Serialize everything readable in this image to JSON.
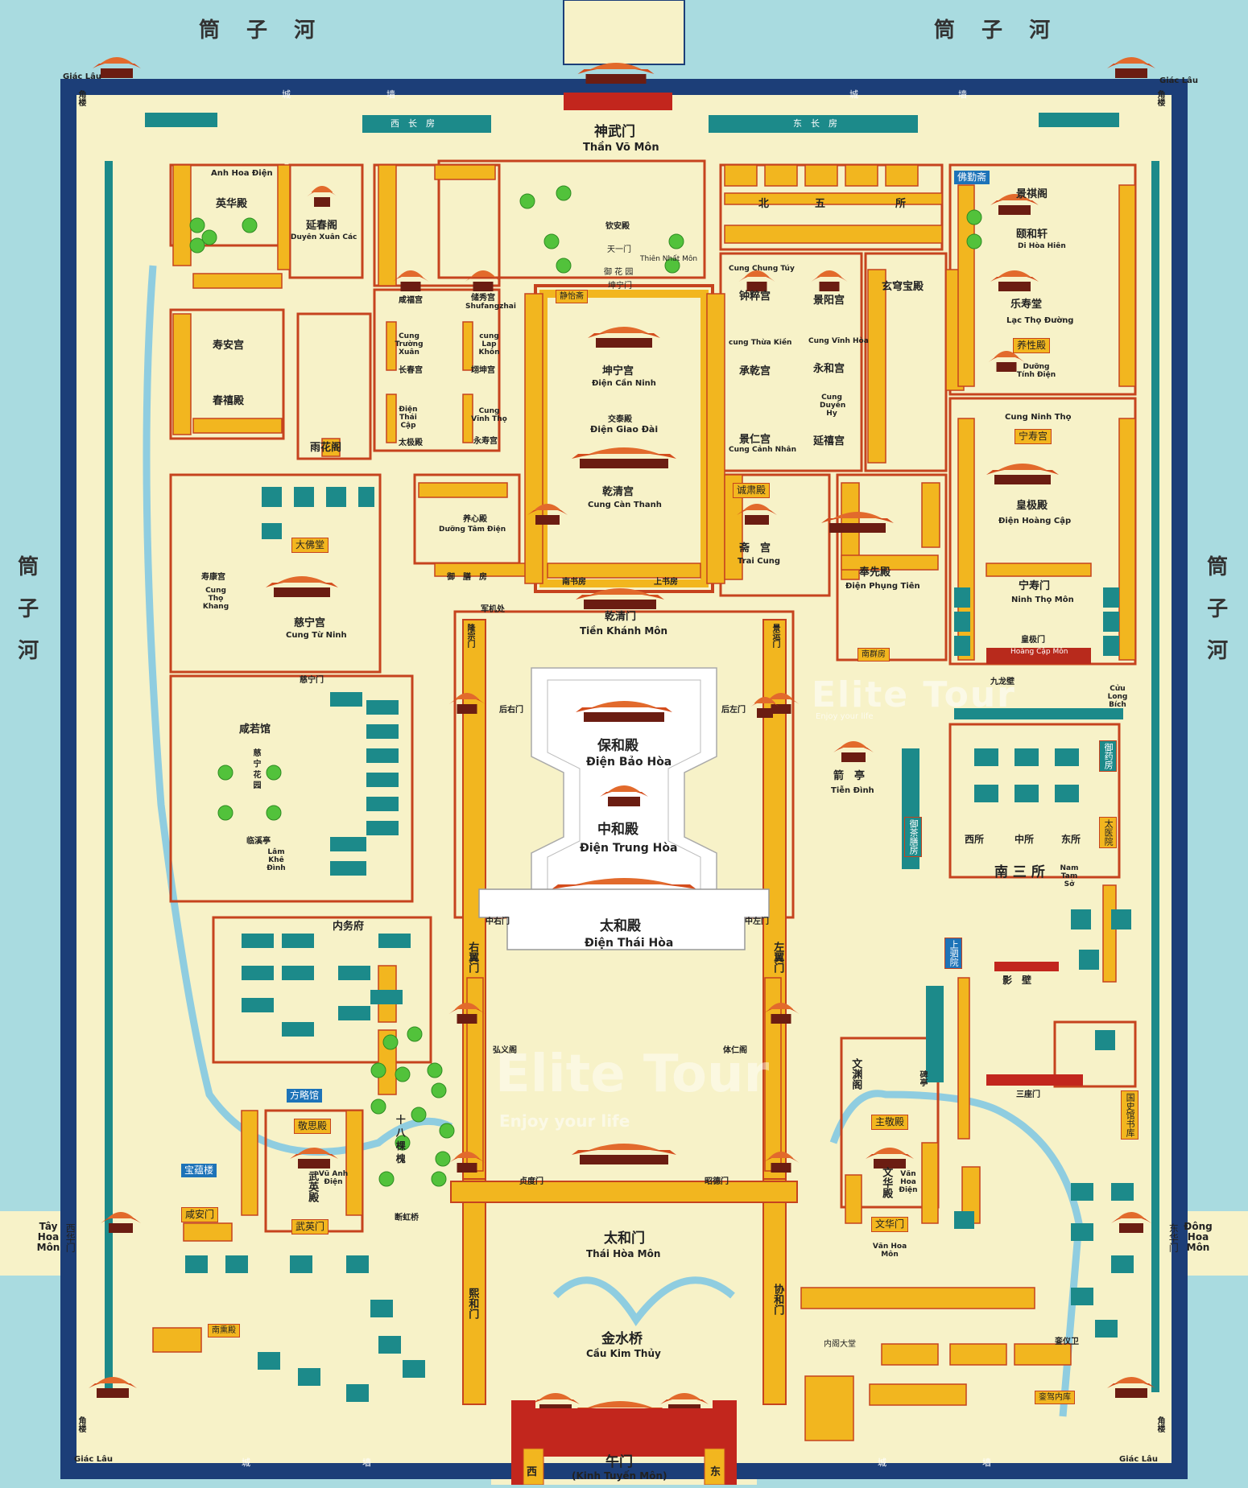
{
  "moat": {
    "north_left": "筒 子 河",
    "north_right": "筒 子 河",
    "west": "筒子河",
    "east": "筒子河"
  },
  "walls": {
    "north_a": "城",
    "north_b": "墙",
    "north_c": "城",
    "north_d": "墙",
    "south_a": "城",
    "south_b": "墙",
    "south_c": "城",
    "south_d": "墙",
    "west_range": "西　长　房",
    "east_range": "东　长　房"
  },
  "corners": {
    "nw_vn": "Giác Lâu",
    "nw_cn": "角楼",
    "ne_vn": "Giác Lâu",
    "ne_cn": "角楼",
    "sw_vn": "Giác Lâu",
    "sw_cn": "角楼",
    "se_vn": "Giác Lâu",
    "se_cn": "角楼"
  },
  "gates": {
    "shenwu_cn": "神武门",
    "shenwu_vn": "Thần Võ Môn",
    "wu_cn": "午门",
    "wu_vn": "(Kinh Tuyến Môn)",
    "xihua_vn": "Tây Hoa Môn",
    "xihua_cn": "西华门",
    "donghua_vn": "Đông Hoa Môn",
    "donghua_cn": "东华门",
    "qianqing_cn": "乾清门",
    "qianqing_vn": "Tiền Khánh Môn",
    "taihe_men_cn": "太和门",
    "taihe_men_vn": "Thái Hòa Môn",
    "jinshui_cn": "金水桥",
    "jinshui_vn": "Cầu Kim Thủy",
    "wu_w": "西",
    "wu_e": "东"
  },
  "halls": {
    "baohe_cn": "保和殿",
    "baohe_vn": "Điện Bảo Hòa",
    "zhonghe_cn": "中和殿",
    "zhonghe_vn": "Điện Trung Hòa",
    "taihe_cn": "太和殿",
    "taihe_vn": "Điện Thái Hòa",
    "kunning_cn": "坤宁宫",
    "kunning_vn": "Điện Cần Ninh",
    "jiaotai_cn": "交泰殿",
    "jiaotai_vn": "Điện Giao Đài",
    "qianqing_cn": "乾清宫",
    "qianqing_vn": "Cung Càn Thanh",
    "qinan_cn": "钦安殿",
    "yuhuayuan": "御 花 园",
    "tianyi_cn": "天一门",
    "tianyi_vn": "Thiên Nhất Môn",
    "kunning_men": "坤宁门",
    "jingyi": "静怡斋"
  },
  "west": {
    "yinghua_vn": "Anh Hoa Điện",
    "yinghua_cn": "英华殿",
    "yanchun_cn": "延春阁",
    "yanchun_vn": "Duyên Xuân Các",
    "shouan": "寿安宫",
    "chunxi": "春禧殿",
    "yuhua_cn": "雨花阁",
    "xianfu": "咸福宫",
    "changchun_cn": "长春宫",
    "changchun_vn": "Cung Trường Xuân",
    "chuxiu_cn": "储秀宫",
    "chuxiu_vn": "Shufangzhai",
    "yikun_cn": "翊坤宫",
    "yikun_vn": "cung Lap Khôn",
    "taiji_cn": "太极殿",
    "taiji_vn": "Điện Thái Cập",
    "yongshou_cn": "永寿宫",
    "yongshou_vn": "Cung Vĩnh Thọ",
    "yangxin_cn": "养心殿",
    "yangxin_vn": "Dưỡng Tâm Điện",
    "fofang": "大佛堂",
    "shoukang_cn": "寿康宫",
    "shoukang_vn": "Cung Thọ Khang",
    "cining_cn": "慈宁宫",
    "cining_vn": "Cung Từ Ninh",
    "cining_men": "慈宁门",
    "cining_huayuan": "慈 宁 花 园",
    "xianruo": "咸若馆",
    "linxi_cn": "临溪亭",
    "linxi_vn": "Lâm Khê Đình",
    "neiwu": "内务府",
    "longzong": "隆宗门",
    "junji": "军机处",
    "yushan": "御　膳　房",
    "nanshu": "南书房",
    "shangshu": "上书房",
    "fanglue": "方略馆",
    "jingsi": "敬思殿",
    "wuying_cn": "武英殿",
    "wuying_vn": "Vũ Anh Điện",
    "wuying_men": "武英门",
    "baoyun": "宝蕴楼",
    "xian_an": "咸安门",
    "duanhong": "断虹桥",
    "shiba": "十 八 棵 槐",
    "nanxun": "南熏殿",
    "youyi": "右翼门",
    "xihe": "熙和门",
    "zhendu": "贞度门",
    "hongyi": "弘义阁"
  },
  "east": {
    "beiwusuo_a": "北",
    "beiwusuo_b": "五",
    "beiwusuo_c": "所",
    "zhongcui_cn": "钟粹宫",
    "zhongcui_vn": "Cung Chung Túy",
    "jingyang_cn": "景阳宫",
    "xuanqiong": "玄穹宝殿",
    "chengqian_cn": "承乾宫",
    "chengqian_vn": "cung Thừa Kiền",
    "yonghe_cn": "永和宫",
    "yonghe_vn": "Cung Vĩnh Hòa",
    "jingren_cn": "景仁宫",
    "jingren_vn": "Cung Cảnh Nhân",
    "yanxi_cn": "延禧宫",
    "yanxi_vn": "Cung Duyên Hy",
    "chengsu": "诚肃殿",
    "zhai_cn": "斋　宫",
    "zhai_vn": "Trai Cung",
    "fengxian_cn": "奉先殿",
    "fengxian_vn": "Điện Phụng Tiên",
    "nanqun": "南群房",
    "jingyun": "景运门",
    "jianting_cn": "箭　亭",
    "jianting_vn": "Tiễn Đình",
    "houzuo": "后左门",
    "houyou": "后右门",
    "fo_ri": "佛勤斋",
    "jingqi": "景祺阁",
    "yihe_cn": "颐和轩",
    "yihe_vn": "Di Hòa Hiên",
    "leshou_cn": "乐寿堂",
    "leshou_vn": "Lạc Thọ Đường",
    "yangxing_cn": "养性殿",
    "yangxing_vn": "Dưỡng Tính Điện",
    "ningshou_vn": "Cung Ninh Thọ",
    "ningshou_cn": "宁寿宫",
    "huangji_cn": "皇极殿",
    "huangji_vn": "Điện Hoàng Cập",
    "ningshou_men_cn": "宁寿门",
    "ningshou_men_vn": "Ninh Thọ Môn",
    "huangji_men_cn": "皇极门",
    "huangji_men_vn": "Hoàng Cập Môn",
    "jiulong_cn": "九龙壁",
    "jiulong_vn": "Cửu Long Bích",
    "xisuo": "西所",
    "zhongsuo": "中所",
    "dongsuo": "东所",
    "nansan_cn": "南 三 所",
    "nansan_vn": "Nam Tam Sở",
    "yingbi": "影　壁",
    "sanzuo": "三座门",
    "wenyuan": "文渊阁",
    "beiting": "碑亭",
    "zhujing": "主敬殿",
    "wenhua_cn": "文华殿",
    "wenhua_vn": "Văn Hoa Điện",
    "wenhua_men": "文华门",
    "wenhua_men_vn": "Văn Hoa Môn",
    "xiean": "协和门",
    "zhaode": "昭德门",
    "zuoyi": "左翼门",
    "tiren": "体仁阁",
    "zhongzuo": "中左门",
    "zhongyou": "中右门",
    "neige": "内阁大堂",
    "luanyi": "銮仪卫",
    "luanjia": "銮驾内库",
    "guoshi": "国史馆书库",
    "taiyi": "太医院",
    "yuyao": "御药房",
    "yucha": "御茶膳房",
    "shangsi": "上驷院"
  },
  "watermark": {
    "brand": "Elite Tour",
    "slogan": "Enjoy your life"
  },
  "colors": {
    "moat": "#a9dbe0",
    "wall": "#1c3e78",
    "ground": "#f7f2c8",
    "building": "#f2b61f",
    "outline": "#c6431e",
    "roof": "#d44d1d",
    "teal": "#1c8a8a",
    "tree": "#52c23b"
  }
}
